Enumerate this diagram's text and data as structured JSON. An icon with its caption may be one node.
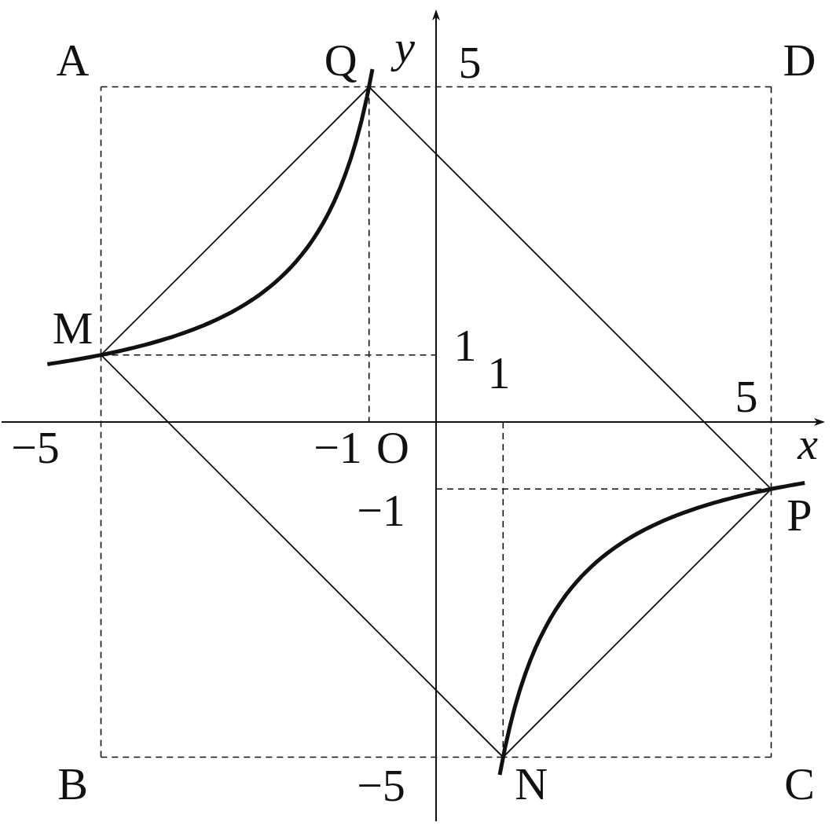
{
  "diagram": {
    "nodes": [
      {
        "text": [
          "A"
        ]
      },
      {
        "text": [
          "Q"
        ]
      },
      {
        "text": [
          "D"
        ]
      },
      {
        "text": [
          "M"
        ]
      },
      {
        "text": [
          "P"
        ]
      },
      {
        "text": [
          "B"
        ]
      },
      {
        "text": [
          "N"
        ]
      },
      {
        "text": [
          "C"
        ]
      }
    ],
    "edges": [
      {
        "from": 0,
        "to": 1,
        "arrow": "none",
        "style": "dashed"
      },
      {
        "from": 1,
        "to": 2,
        "arrow": "none",
        "style": "dashed"
      },
      {
        "from": 2,
        "to": 4,
        "arrow": "none",
        "style": "dashed"
      },
      {
        "from": 4,
        "to": 7,
        "arrow": "none",
        "style": "dashed"
      },
      {
        "from": 7,
        "to": 6,
        "arrow": "none",
        "style": "dashed"
      },
      {
        "from": 6,
        "to": 5,
        "arrow": "none",
        "style": "dashed"
      },
      {
        "from": 5,
        "to": 3,
        "arrow": "none",
        "style": "dashed"
      },
      {
        "from": 3,
        "to": 0,
        "arrow": "none",
        "style": "dashed"
      },
      {
        "from": 1,
        "to": 3,
        "arrow": "none"
      },
      {
        "from": 1,
        "to": 4,
        "arrow": "none"
      },
      {
        "from": 3,
        "to": 6,
        "arrow": "none"
      },
      {
        "from": 6,
        "to": 4,
        "arrow": "none"
      },
      {
        "from": 3,
        "to": 1,
        "arrow": "none",
        "style": "thick"
      },
      {
        "from": 6,
        "to": 4,
        "arrow": "none",
        "style": "thick"
      }
    ],
    "labels": [
      "y",
      "5",
      "1",
      "1",
      "5",
      "−5",
      "−1",
      "O",
      "x",
      "−1",
      "−5"
    ]
  }
}
